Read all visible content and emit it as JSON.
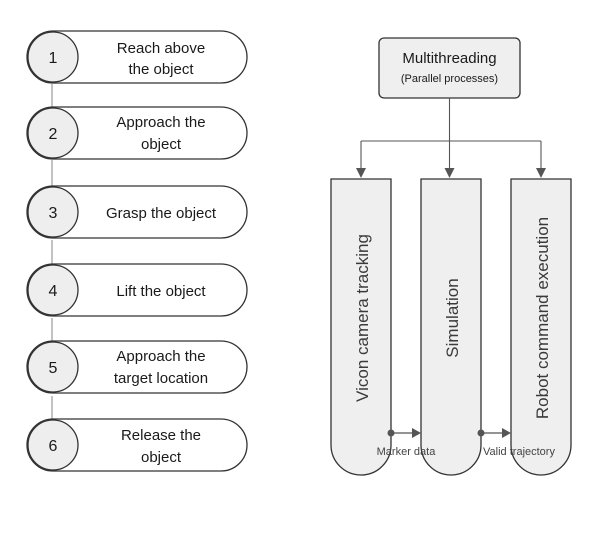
{
  "steps": [
    {
      "number": "1",
      "label_lines": [
        "Reach above",
        "the object"
      ]
    },
    {
      "number": "2",
      "label_lines": [
        "Approach the",
        "object"
      ]
    },
    {
      "number": "3",
      "label_lines": [
        "Grasp the object"
      ]
    },
    {
      "number": "4",
      "label_lines": [
        "Lift the object"
      ]
    },
    {
      "number": "5",
      "label_lines": [
        "Approach the",
        "target location"
      ]
    },
    {
      "number": "6",
      "label_lines": [
        "Release the",
        "object"
      ]
    }
  ],
  "parallel": {
    "title": "Multithreading",
    "subtitle": "(Parallel processes)",
    "processes": [
      "Vicon camera tracking",
      "Simulation",
      "Robot command execution"
    ],
    "links": [
      "Marker data",
      "Valid trajectory"
    ]
  },
  "colors": {
    "step_fill": "#ffffff",
    "circle_fill": "#eeeeee",
    "box_fill": "#efefef",
    "stroke": "#333333",
    "connector": "#999999"
  }
}
